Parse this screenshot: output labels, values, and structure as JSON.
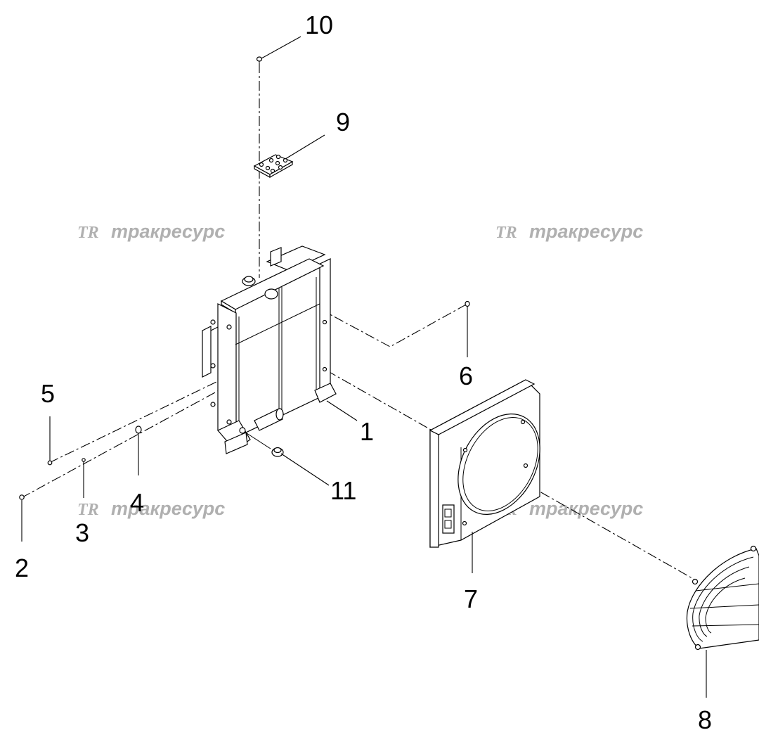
{
  "diagram": {
    "callouts": [
      {
        "id": "c1",
        "text": "1"
      },
      {
        "id": "c2",
        "text": "2"
      },
      {
        "id": "c3",
        "text": "3"
      },
      {
        "id": "c4",
        "text": "4"
      },
      {
        "id": "c5",
        "text": "5"
      },
      {
        "id": "c6",
        "text": "6"
      },
      {
        "id": "c7",
        "text": "7"
      },
      {
        "id": "c8",
        "text": "8"
      },
      {
        "id": "c9",
        "text": "9"
      },
      {
        "id": "c10",
        "text": "10"
      },
      {
        "id": "c11",
        "text": "11"
      }
    ],
    "watermark": {
      "logo": "TR",
      "text": "тракресурс"
    }
  }
}
